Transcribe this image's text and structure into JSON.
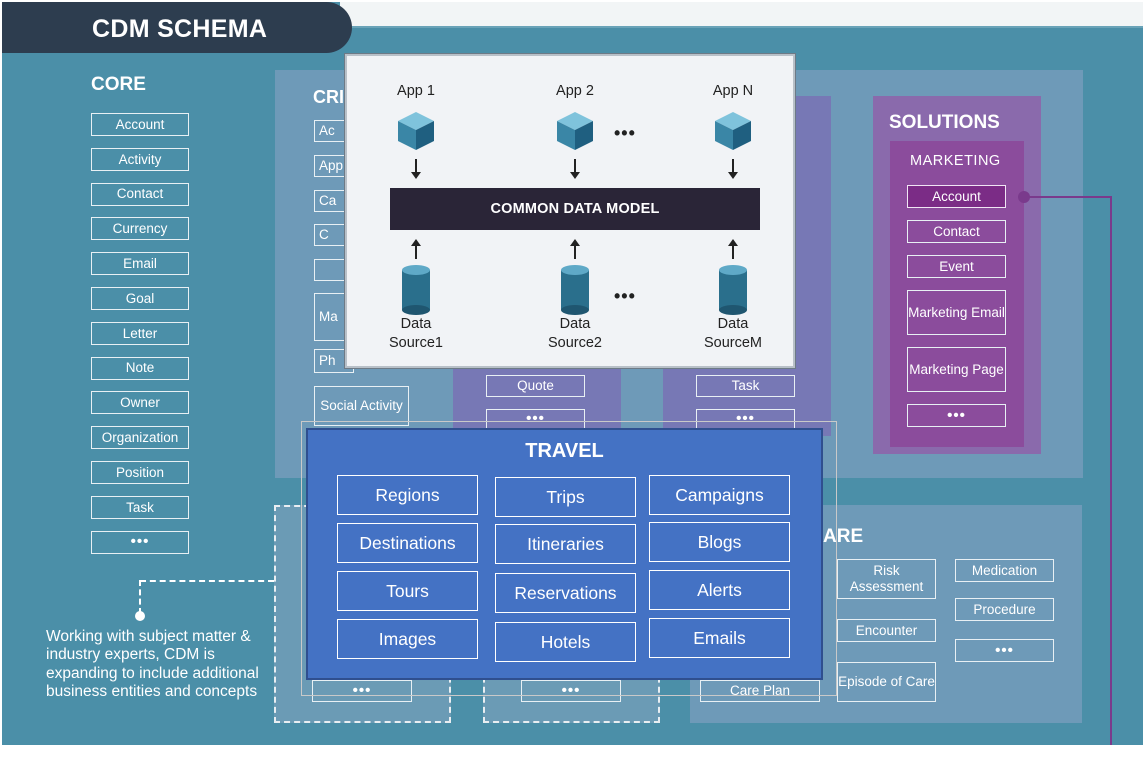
{
  "title": "CDM SCHEMA",
  "core": {
    "heading": "CORE",
    "items": [
      "Account",
      "Activity",
      "Contact",
      "Currency",
      "Email",
      "Goal",
      "Letter",
      "Note",
      "Owner",
      "Organization",
      "Position",
      "Task",
      "•••"
    ]
  },
  "crm": {
    "heading_fragment": "CRI",
    "left_items": [
      "Ac",
      "App",
      "Ca",
      "C",
      "",
      "Ma",
      "Ph",
      "Social Activity"
    ],
    "mid_items": [
      "Quote",
      "•••"
    ],
    "right_items": [
      "Task",
      "•••"
    ]
  },
  "solutions": {
    "heading": "SOLUTIONS",
    "sub_heading": "MARKETING",
    "items": [
      "Account",
      "Contact",
      "Event",
      "Marketing Email",
      "Marketing Page",
      "•••"
    ]
  },
  "healthcare": {
    "heading_fragment": "ARE",
    "items": [
      "Risk Assessment",
      "Medication",
      "Procedure",
      "Encounter",
      "•••",
      "Episode of Care",
      "Care Plan"
    ]
  },
  "dashed_areas": {
    "items": [
      "•••",
      "•••"
    ]
  },
  "note": "Working with subject matter & industry experts, CDM is expanding to include additional business entities and concepts",
  "cdm_diagram": {
    "apps": [
      "App 1",
      "App 2",
      "App N"
    ],
    "bar_label": "COMMON DATA MODEL",
    "sources": [
      {
        "line1": "Data",
        "line2": "Source1"
      },
      {
        "line1": "Data",
        "line2": "Source2"
      },
      {
        "line1": "Data",
        "line2": "SourceM"
      }
    ],
    "ellipsis": "•••"
  },
  "travel": {
    "title": "TRAVEL",
    "items": [
      "Regions",
      "Trips",
      "Campaigns",
      "Destinations",
      "Itineraries",
      "Blogs",
      "Tours",
      "Reservations",
      "Alerts",
      "Images",
      "Hotels",
      "Emails"
    ]
  },
  "colors": {
    "background": "#4b8fa8",
    "title_bar": "#2d3d4f",
    "crm_panel": "#6e9ab8",
    "solutions_panel": "#8a6aac",
    "marketing_highlight": "#7b2c86",
    "cdm_bar": "#2a2537",
    "travel": "#4472c4"
  },
  "icons": {
    "app": "cube-icon",
    "source": "database-cylinder-icon",
    "arrows": "arrow-down-icon / arrow-up-icon"
  }
}
